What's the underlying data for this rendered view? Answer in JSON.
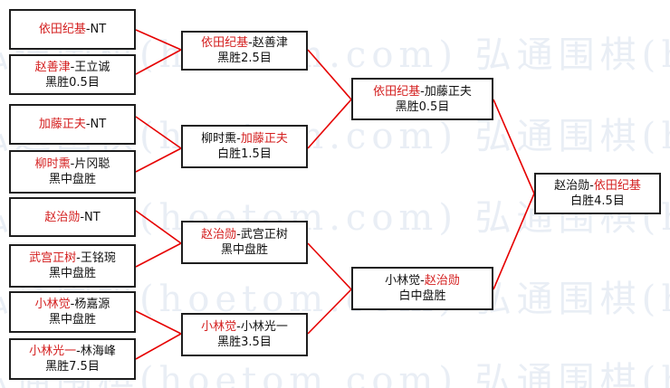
{
  "watermark": {
    "text": "弘通围棋(hoetom.com) 弘通围棋(hoetom.com) 弘通围棋(hoetom.com)"
  },
  "colors": {
    "winner": "#d42020",
    "connector": "#e60000",
    "box_border": "#1e1e1e",
    "watermark": "#e9eef5"
  },
  "r1": {
    "m1": {
      "winner": "依田纪基",
      "rest": "-NT"
    },
    "m2": {
      "winner": "赵善津",
      "rest": "-王立诚",
      "result": "黑胜0.5目"
    },
    "m3": {
      "winner": "加藤正夫",
      "rest": "-NT"
    },
    "m4": {
      "winner": "柳时熏",
      "rest": "-片冈聪",
      "result": "黑中盘胜"
    },
    "m5": {
      "winner": "赵治勋",
      "rest": "-NT"
    },
    "m6": {
      "winner": "武宫正树",
      "rest": "-王铭琬",
      "result": "黑中盘胜"
    },
    "m7": {
      "winner": "小林觉",
      "rest": "-杨嘉源",
      "result": "黑中盘胜"
    },
    "m8": {
      "winner": "小林光一",
      "rest": "-林海峰",
      "result": "黑胜7.5目"
    }
  },
  "r2": {
    "m1": {
      "winner": "依田纪基",
      "rest": "-赵善津",
      "result": "黑胜2.5目"
    },
    "m2": {
      "before": "柳时熏-",
      "winner": "加藤正夫",
      "result": "白胜1.5目"
    },
    "m3": {
      "winner": "赵治勋",
      "rest": "-武宫正树",
      "result": "黑中盘胜"
    },
    "m4": {
      "winner": "小林觉",
      "rest": "-小林光一",
      "result": "黑胜3.5目"
    }
  },
  "r3": {
    "m1": {
      "winner": "依田纪基",
      "rest": "-加藤正夫",
      "result": "黑胜0.5目"
    },
    "m2": {
      "before": "小林觉-",
      "winner": "赵治勋",
      "result": "白中盘胜"
    }
  },
  "final": {
    "before": "赵治勋-",
    "winner": "依田纪基",
    "result": "白胜4.5目"
  }
}
